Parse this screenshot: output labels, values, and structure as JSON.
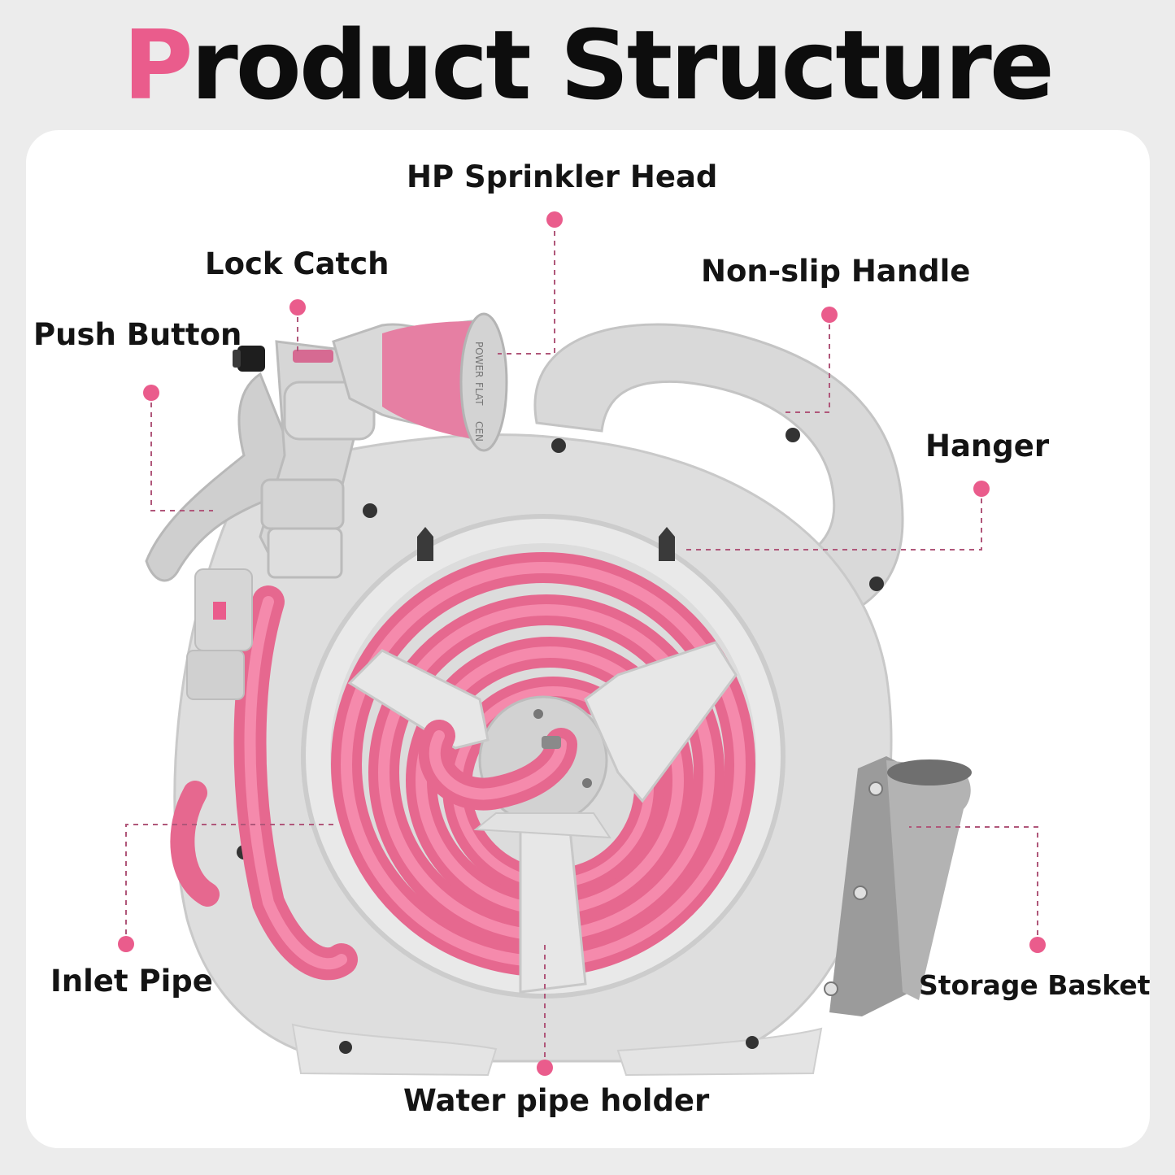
{
  "title": {
    "first_letter": "P",
    "rest": "roduct Structure"
  },
  "labels": {
    "sprinkler_head": "HP Sprinkler Head",
    "lock_catch": "Lock Catch",
    "non_slip_handle": "Non-slip Handle",
    "push_button": "Push Button",
    "hanger": "Hanger",
    "inlet_pipe": "Inlet Pipe",
    "storage_basket": "Storage Basket",
    "water_pipe_holder": "Water pipe holder"
  },
  "nozzle_markings": {
    "power": "POWER",
    "flat": "FLAT",
    "cen": "CEN"
  },
  "colors": {
    "accent_pink": "#ea5c8c",
    "hose_pink": "#f17aa0",
    "reel_grey": "#dcdcdc",
    "basket_grey": "#9c9c9c",
    "leader_line": "#b0577a"
  }
}
